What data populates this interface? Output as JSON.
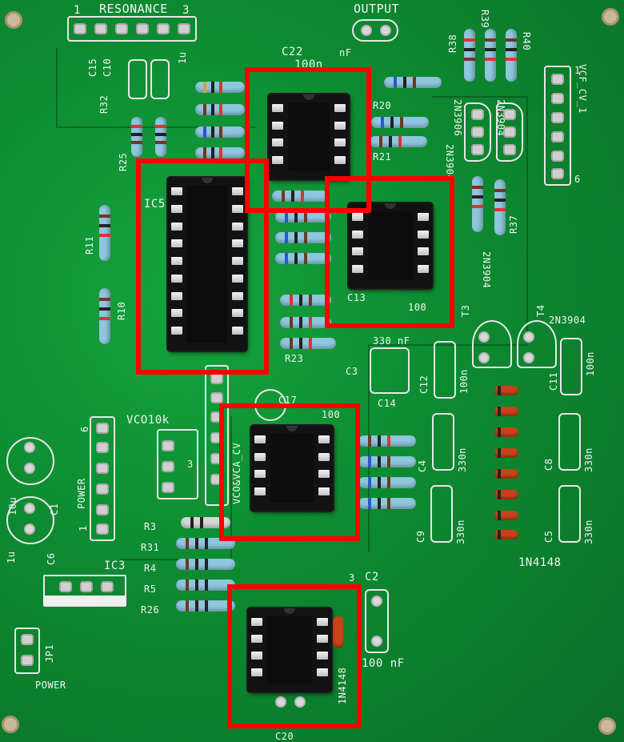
{
  "labels": {
    "resonance": "RESONANCE",
    "output": "OUTPUT",
    "c15": "C15",
    "c10": "C10",
    "c22": "C22",
    "c22_val": "100n",
    "nf": "nF",
    "one_u_top": "1u",
    "r32": "R32",
    "r25": "R25",
    "r11": "R11",
    "r10": "R10",
    "r38": "R38",
    "r39": "R39",
    "r40": "R40",
    "r20": "R20",
    "r21": "R21",
    "r37": "R37",
    "r23": "R23",
    "q2n3906": "2N3906",
    "q2n3904_a": "2N3904",
    "q2n3904_b": "2N3904",
    "q2n3904_c": "2N3904",
    "q2n3904_d": "2N3904",
    "vcf_cv": "VCF_CV_1",
    "ic5": "IC5",
    "c13": "C13",
    "c13_val": "100",
    "t3": "T3",
    "t4": "T4",
    "c3": "C3",
    "c3_val": "330 nF",
    "c14": "C14",
    "c12": "C12",
    "c12_val": "100n",
    "c11": "C11",
    "c11_val": "100n",
    "c17": "C17",
    "c17_val": "100",
    "vco10k": "VCO10k",
    "vco_vca": "VCO&VCA_CV",
    "c4": "C4",
    "c8": "C8",
    "c9": "C9",
    "c5": "C5",
    "val330n_a": "330n",
    "val330n_b": "330n",
    "val330n_c": "330n",
    "val330n_d": "330n",
    "power": "POWER",
    "power_bottom": "POWER",
    "c1": "C1",
    "c1_val": "10u",
    "c6": "C6",
    "c6_val": "1u",
    "ic3": "IC3",
    "r3": "R3",
    "r31": "R31",
    "r4": "R4",
    "r5": "R5",
    "r26": "R26",
    "c2": "C2",
    "c2_val": "100 nF",
    "jp1": "JP1",
    "d1n4148_a": "1N4148",
    "d1n4148_b": "1N4148",
    "c20": "C20",
    "num1": "1",
    "num3": "3",
    "num6": "6",
    "num3b": "3",
    "num1b": "1",
    "num6b": "6"
  },
  "colors": {
    "pcb": "#0d8a31",
    "highlight": "#ff0000",
    "chip": "#121212",
    "silkscreen": "#f3f3f3"
  }
}
